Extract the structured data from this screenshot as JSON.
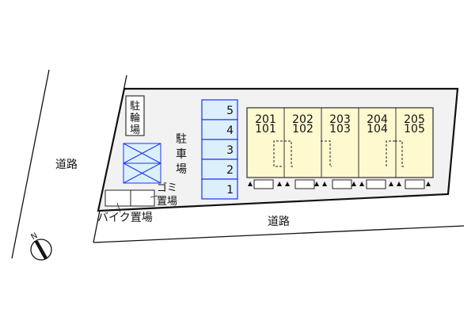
{
  "colors": {
    "site_fill": "#f2f2f2",
    "parking_fill": "#dcf0fb",
    "parking_stroke": "#1a33ff",
    "building_fill": "#fff9d0",
    "building_stroke": "#555555"
  },
  "labels": {
    "road_left": "道路",
    "road_bottom": "道路",
    "bicycle_parking": [
      "駐",
      "輪",
      "場"
    ],
    "car_parking": [
      "駐",
      "車",
      "場"
    ],
    "garbage_top": "ゴミ",
    "garbage_bottom": "置場",
    "bike_parking": "バイク置場",
    "north": "N"
  },
  "parking_spaces": [
    "5",
    "4",
    "3",
    "2",
    "1"
  ],
  "units": [
    {
      "upper": "201",
      "lower": "101"
    },
    {
      "upper": "202",
      "lower": "102"
    },
    {
      "upper": "203",
      "lower": "103"
    },
    {
      "upper": "204",
      "lower": "104"
    },
    {
      "upper": "205",
      "lower": "105"
    }
  ]
}
